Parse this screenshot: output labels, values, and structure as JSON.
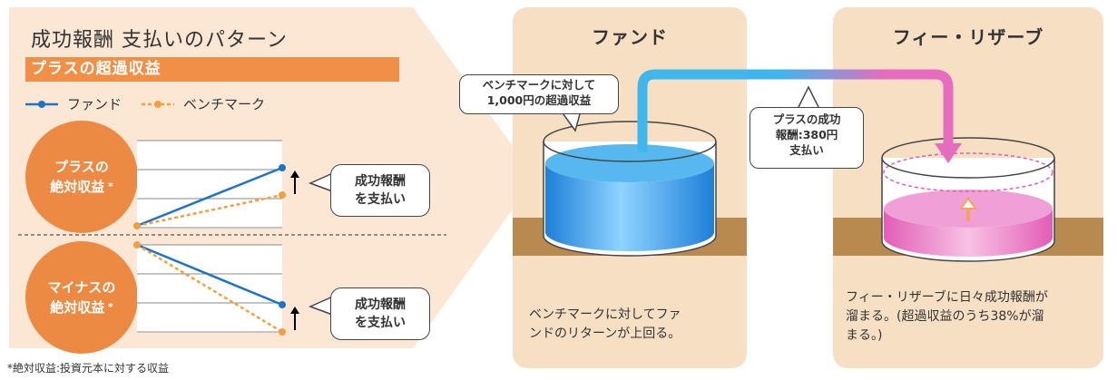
{
  "left": {
    "title": "成功報酬 支払いのパターン",
    "subtitle": "プラスの超過収益",
    "legend": {
      "fund": "ファンド",
      "benchmark": "ベンチマーク"
    },
    "rows": [
      {
        "label_line1": "プラスの",
        "label_line2": "絶対収益",
        "callout_line1": "成功報酬",
        "callout_line2": "を支払い"
      },
      {
        "label_line1": "マイナスの",
        "label_line2": "絶対収益",
        "callout_line1": "成功報酬",
        "callout_line2": "を支払い"
      }
    ],
    "footnote": "*絶対収益:投資元本に対する収益"
  },
  "fund_panel": {
    "title": "ファンド",
    "bubble_line1": "ベンチマークに対して",
    "bubble_line2": "1,000円の超過収益",
    "body_line1": "ベンチマークに対してファ",
    "body_line2": "ンドのリターンが上回る。"
  },
  "transfer_label": {
    "line1": "プラスの成功",
    "line2": "報酬:380円",
    "line3": "支払い"
  },
  "reserve_panel": {
    "title": "フィー・リザーブ",
    "body_line1": "フィー・リザーブに日々成功報酬が",
    "body_line2": "溜まる。(超過収益のうち38%が溜",
    "body_line3": "まる。)"
  },
  "colors": {
    "orange": "#f08f45",
    "panel_bg": "#f7dfc4",
    "left_bg": "#fbe7d3",
    "ground": "#b98a4f",
    "fund_blue": "#1d72c9",
    "water_blue": "#3aa6e6",
    "pink": "#e66cbf",
    "benchmark_orange": "#f0a040"
  }
}
